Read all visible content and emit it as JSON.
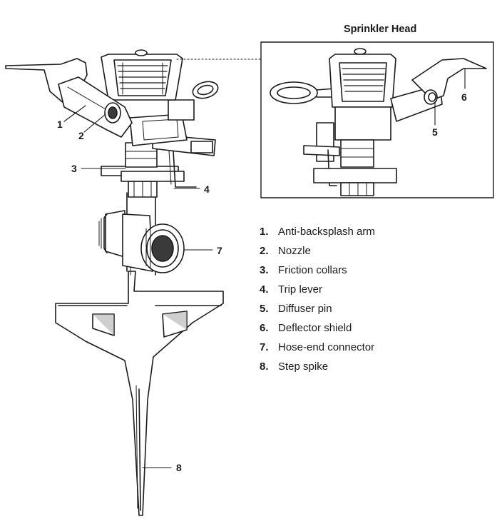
{
  "inset": {
    "title": "Sprinkler Head"
  },
  "callouts": [
    "1",
    "2",
    "3",
    "4",
    "5",
    "6",
    "7",
    "8"
  ],
  "legend": [
    {
      "num": "1.",
      "label": "Anti-backsplash arm"
    },
    {
      "num": "2.",
      "label": "Nozzle"
    },
    {
      "num": "3.",
      "label": "Friction collars"
    },
    {
      "num": "4.",
      "label": "Trip lever"
    },
    {
      "num": "5.",
      "label": "Diffuser pin"
    },
    {
      "num": "6.",
      "label": "Deflector shield"
    },
    {
      "num": "7.",
      "label": "Hose-end connector"
    },
    {
      "num": "8.",
      "label": "Step spike"
    }
  ]
}
